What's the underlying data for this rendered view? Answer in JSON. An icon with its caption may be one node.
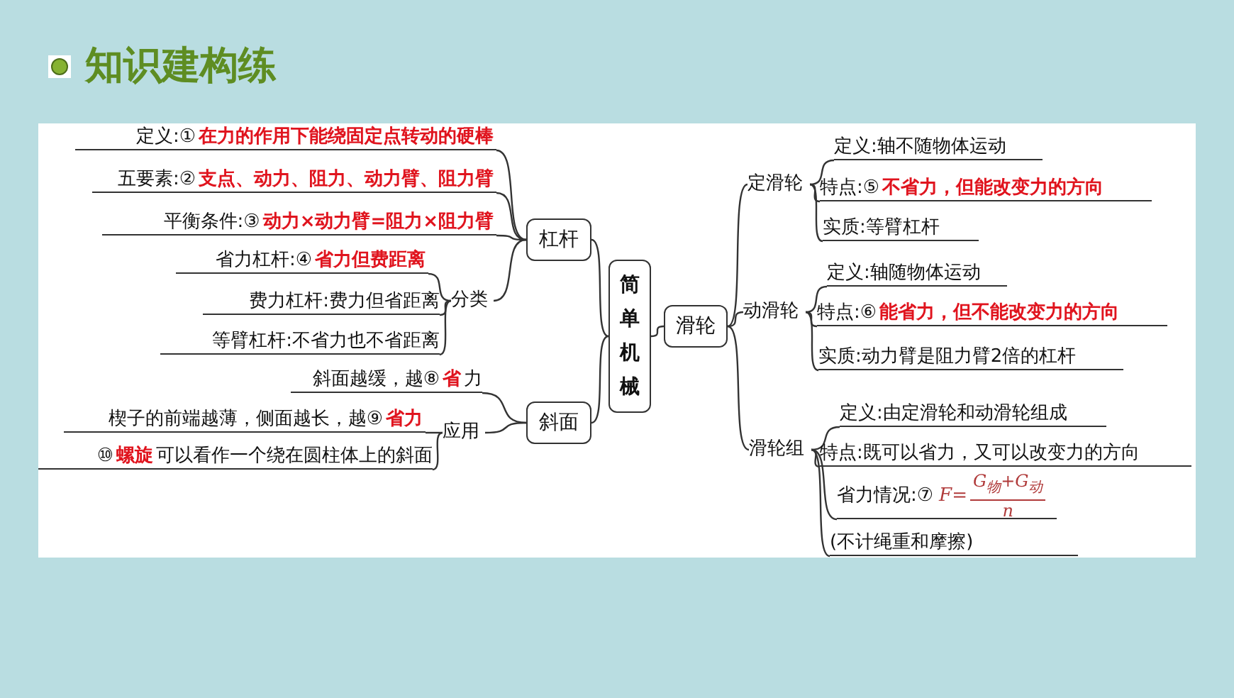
{
  "diagram": {
    "title": "知识建构练",
    "nodes": [
      {
        "text": [
          "简单机械"
        ]
      },
      {
        "text": [
          "杠杆"
        ]
      },
      {
        "text": [
          "斜面"
        ]
      },
      {
        "text": [
          "滑轮"
        ]
      },
      {
        "text": [
          "定义:①",
          "在力的作用下能绕固定点转动的硬棒"
        ]
      },
      {
        "text": [
          "五要素:②",
          "支点、动力、阻力、动力臂、阻力臂"
        ]
      },
      {
        "text": [
          "平衡条件:③",
          "动力×动力臂=阻力×阻力臂"
        ]
      },
      {
        "text": [
          "分类"
        ]
      },
      {
        "text": [
          "省力杠杆:④",
          "省力但费距离"
        ]
      },
      {
        "text": [
          "费力杠杆:费力但省距离"
        ]
      },
      {
        "text": [
          "等臂杠杆:不省力也不省距离"
        ]
      },
      {
        "text": [
          "应用"
        ]
      },
      {
        "text": [
          "斜面越缓，越⑧",
          "省",
          "力"
        ]
      },
      {
        "text": [
          "楔子的前端越薄，侧面越长，越⑨",
          "省力"
        ]
      },
      {
        "text": [
          "⑩",
          "螺旋",
          "可以看作一个绕在圆柱体上的斜面"
        ]
      },
      {
        "text": [
          "定滑轮"
        ]
      },
      {
        "text": [
          "定义:轴不随物体运动"
        ]
      },
      {
        "text": [
          "特点:⑤",
          "不省力，但能改变力的方向"
        ]
      },
      {
        "text": [
          "实质:等臂杠杆"
        ]
      },
      {
        "text": [
          "动滑轮"
        ]
      },
      {
        "text": [
          "定义:轴随物体运动"
        ]
      },
      {
        "text": [
          "特点:⑥",
          "能省力，但不能改变力的方向"
        ]
      },
      {
        "text": [
          "实质:动力臂是阻力臂2倍的杠杆"
        ]
      },
      {
        "text": [
          "滑轮组"
        ]
      },
      {
        "text": [
          "定义:由定滑轮和动滑轮组成"
        ]
      },
      {
        "text": [
          "特点:既可以省力，又可以改变力的方向"
        ]
      },
      {
        "text": [
          "省力情况:⑦",
          "F=",
          "G$_{物}$+G$_{动}$",
          "n"
        ]
      },
      {
        "text": [
          "(不计绳重和摩擦)"
        ]
      }
    ],
    "edges": [
      {
        "from": 0,
        "to": 1,
        "arrow": "none"
      },
      {
        "from": 0,
        "to": 2,
        "arrow": "none"
      },
      {
        "from": 0,
        "to": 3,
        "arrow": "none"
      },
      {
        "from": 1,
        "to": 4,
        "arrow": "none"
      },
      {
        "from": 1,
        "to": 5,
        "arrow": "none"
      },
      {
        "from": 1,
        "to": 6,
        "arrow": "none"
      },
      {
        "from": 1,
        "to": 7,
        "arrow": "none"
      },
      {
        "from": 7,
        "to": 8,
        "arrow": "none"
      },
      {
        "from": 7,
        "to": 9,
        "arrow": "none"
      },
      {
        "from": 7,
        "to": 10,
        "arrow": "none"
      },
      {
        "from": 2,
        "to": 12,
        "arrow": "none"
      },
      {
        "from": 2,
        "to": 11,
        "arrow": "none"
      },
      {
        "from": 11,
        "to": 13,
        "arrow": "none"
      },
      {
        "from": 11,
        "to": 14,
        "arrow": "none"
      },
      {
        "from": 3,
        "to": 15,
        "arrow": "none"
      },
      {
        "from": 3,
        "to": 19,
        "arrow": "none"
      },
      {
        "from": 3,
        "to": 23,
        "arrow": "none"
      },
      {
        "from": 15,
        "to": 16,
        "arrow": "none"
      },
      {
        "from": 15,
        "to": 17,
        "arrow": "none"
      },
      {
        "from": 15,
        "to": 18,
        "arrow": "none"
      },
      {
        "from": 19,
        "to": 20,
        "arrow": "none"
      },
      {
        "from": 19,
        "to": 21,
        "arrow": "none"
      },
      {
        "from": 19,
        "to": 22,
        "arrow": "none"
      },
      {
        "from": 23,
        "to": 24,
        "arrow": "none"
      },
      {
        "from": 23,
        "to": 25,
        "arrow": "none"
      },
      {
        "from": 23,
        "to": 26,
        "arrow": "none"
      },
      {
        "from": 23,
        "to": 27,
        "arrow": "none"
      }
    ]
  }
}
